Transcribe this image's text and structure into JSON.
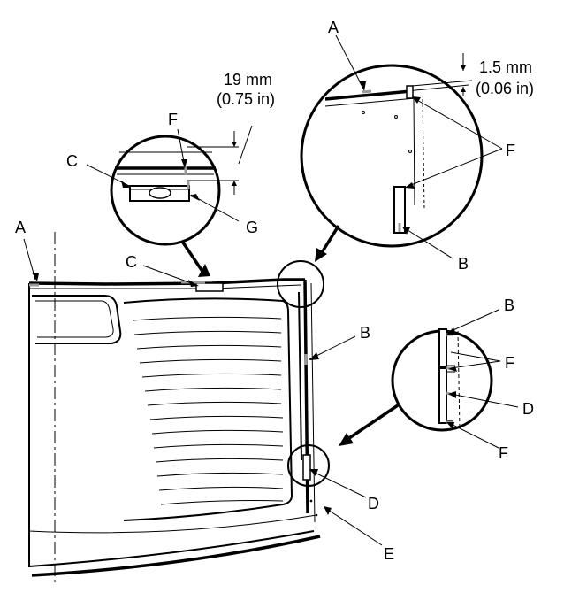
{
  "labels": {
    "A": "A",
    "B": "B",
    "C": "C",
    "D": "D",
    "E": "E",
    "F": "F",
    "G": "G"
  },
  "dimensions": {
    "gap_mm": "19 mm",
    "gap_in": "(0.75 in)",
    "offset_mm": "1.5 mm",
    "offset_in": "(0.06 in)"
  }
}
